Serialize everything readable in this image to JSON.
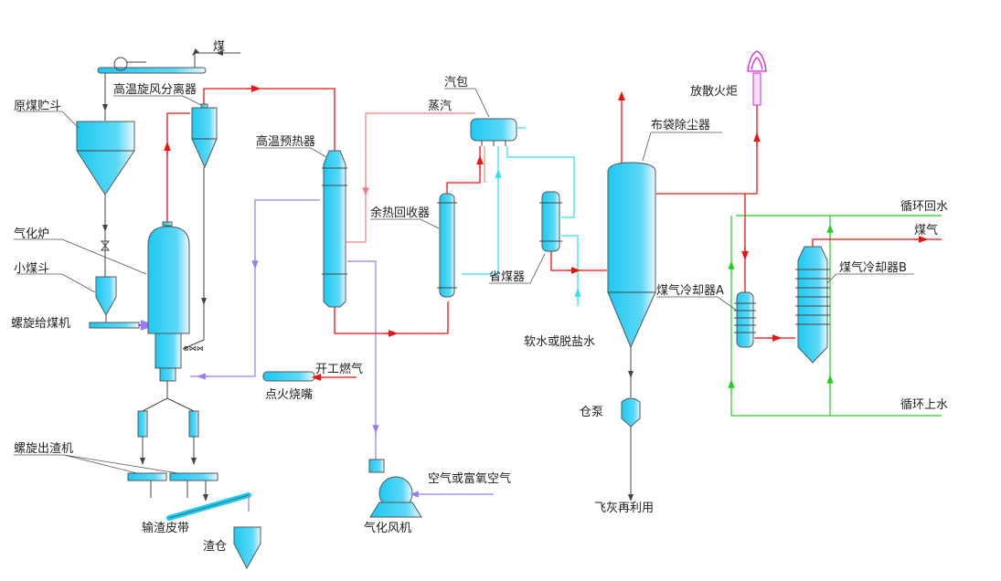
{
  "labels": {
    "coal": "煤",
    "cyclone": "高温旋风分离器",
    "raw_coal_hopper": "原煤贮斗",
    "gasifier": "气化炉",
    "small_hopper": "小煤斗",
    "screw_feeder": "螺旋给煤机",
    "preheater": "高温预热器",
    "steam_drum": "汽包",
    "steam": "蒸汽",
    "waste_heat_recovery": "余热回收器",
    "economizer": "省煤器",
    "baghouse": "布袋除尘器",
    "flare": "放散火炬",
    "circ_return_water": "循环回水",
    "gas": "煤气",
    "cooler_a": "煤气冷却器A",
    "cooler_b": "煤气冷却器B",
    "soft_water": "软水或脱盐水",
    "circ_supply_water": "循环上水",
    "ash_pump": "仓泵",
    "fly_ash_reuse": "飞灰再利用",
    "startup_gas": "开工燃气",
    "ignition_burner": "点火烧嘴",
    "air": "空气或富氧空气",
    "blower": "气化风机",
    "screw_slag": "螺旋出渣机",
    "slag_belt": "输渣皮带",
    "slag_bin": "渣仓"
  },
  "colors": {
    "hot_gas": "#f01010",
    "steam": "#f08080",
    "air": "#9a7cf0",
    "water": "#30e0f0",
    "cooling_water": "#20d020",
    "equipment": "#1ec8f0"
  }
}
